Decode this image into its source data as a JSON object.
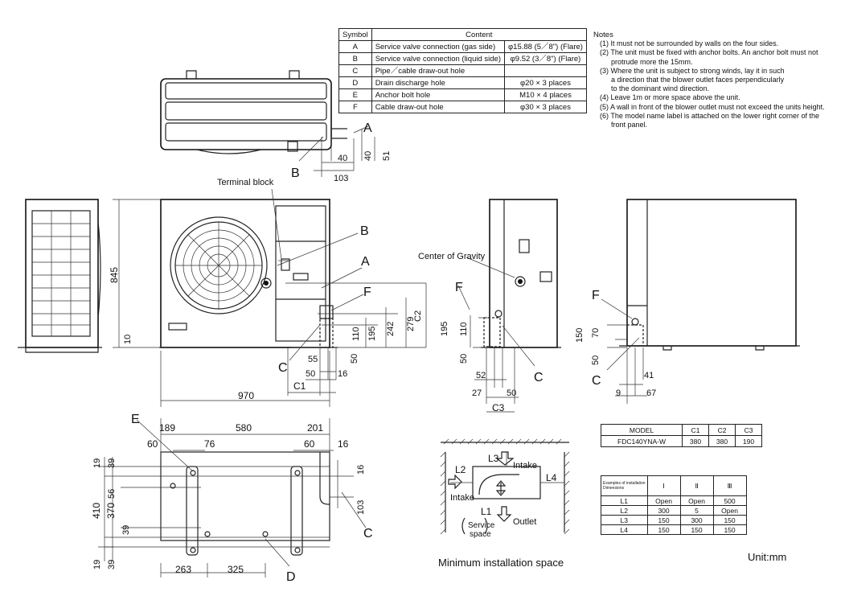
{
  "symbol_table": {
    "headers": [
      "Symbol",
      "Content"
    ],
    "rows": [
      {
        "symbol": "A",
        "content": "Service valve connection (gas side)",
        "spec": "φ15.88 (5／8\") (Flare)"
      },
      {
        "symbol": "B",
        "content": "Service valve connection (liquid side)",
        "spec": "φ9.52 (3／8\") (Flare)"
      },
      {
        "symbol": "C",
        "content": "Pipe／cable draw-out hole",
        "spec": ""
      },
      {
        "symbol": "D",
        "content": "Drain discharge hole",
        "spec": "φ20 × 3 places"
      },
      {
        "symbol": "E",
        "content": "Anchor bolt hole",
        "spec": "M10 × 4 places"
      },
      {
        "symbol": "F",
        "content": "Cable draw-out hole",
        "spec": "φ30 × 3 places"
      }
    ]
  },
  "notes": {
    "title": "Notes",
    "items": [
      "(1) It must not be surrounded by walls on the four sides.",
      "(2) The unit must be fixed with anchor bolts. An anchor bolt must not",
      "     protrude more the 15mm.",
      "(3) Where the unit is subject to strong winds, lay it in such",
      "     a direction that the blower outlet faces perpendicularly",
      "     to the dominant wind direction.",
      "(4) Leave 1m or more space above the unit.",
      "(5) A wall in front of the blower outlet must not exceed the units height.",
      "(6) The model name label is attached on the lower right corner of the",
      "     front panel."
    ]
  },
  "model_table": {
    "headers": [
      "MODEL",
      "C1",
      "C2",
      "C3"
    ],
    "rows": [
      [
        "FDC140YNA-W",
        "380",
        "380",
        "190"
      ]
    ]
  },
  "space_table": {
    "corner_top": "Examples of installation",
    "corner_bottom": "Dimensions",
    "headers": [
      "Ⅰ",
      "Ⅱ",
      "Ⅲ"
    ],
    "rows": [
      [
        "L1",
        "Open",
        "Open",
        "500"
      ],
      [
        "L2",
        "300",
        "5",
        "Open"
      ],
      [
        "L3",
        "150",
        "300",
        "150"
      ],
      [
        "L4",
        "150",
        "150",
        "150"
      ]
    ]
  },
  "labels": {
    "terminal_block": "Terminal block",
    "center_of_gravity": "Center of Gravity",
    "minimum_installation_space": "Minimum installation space",
    "unit": "Unit:mm",
    "intake": "Intake",
    "outlet": "Outlet",
    "service": "Service",
    "space": "space",
    "A": "A",
    "B": "B",
    "C": "C",
    "D": "D",
    "E": "E",
    "F": "F",
    "L1": "L1",
    "L2": "L2",
    "L3": "L3",
    "L4": "L4"
  },
  "dimensions": {
    "top_40": "40",
    "top_51": "51",
    "top_40b": "40",
    "top_103": "103",
    "h_845": "845",
    "h_10": "10",
    "d_110": "110",
    "d_195": "195",
    "d_242": "242",
    "d_279": "279",
    "d_C2": "C2",
    "d_55": "55",
    "d_50a": "50",
    "d_16": "16",
    "d_50b": "50",
    "d_C1": "C1",
    "d_970": "970",
    "s_195": "195",
    "s_110": "110",
    "s_50": "50",
    "s_52": "52",
    "s_27": "27",
    "s_50b": "50",
    "s_C3": "C3",
    "r_150": "150",
    "r_70": "70",
    "r_50": "50",
    "r_41": "41",
    "r_9": "9",
    "r_67": "67",
    "b_189": "189",
    "b_580": "580",
    "b_201": "201",
    "b_60": "60",
    "b_76": "76",
    "b_60b": "60",
    "b_16": "16",
    "b_19": "19",
    "b_39": "39",
    "b_56": "56",
    "b_410": "410",
    "b_370": "370",
    "b_39b": "39",
    "b_16v": "16",
    "b_103": "103",
    "b_19b": "19",
    "b_39c": "39",
    "b_263": "263",
    "b_325": "325"
  }
}
